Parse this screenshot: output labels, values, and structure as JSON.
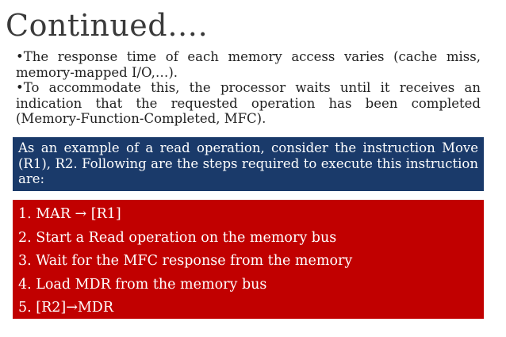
{
  "slide": {
    "title": "Continued….",
    "bullets": [
      "•The response time of each memory access varies (cache miss, memory-mapped I/O,…).",
      "•To accommodate this, the processor waits until it receives an indication that the requested operation has been completed (Memory-Function-Completed, MFC)."
    ],
    "example_box": {
      "text": "As an example of a read operation, consider the instruction Move (R1), R2. Following are the steps required to execute this instruction are:",
      "background_color": "#1a3a6a"
    },
    "steps_box": {
      "background_color": "#c10000",
      "steps": [
        "1. MAR → [R1]",
        "2. Start a Read operation on the memory bus",
        "3. Wait for the MFC response from the memory",
        "4. Load MDR from the memory bus",
        "5. [R2]→MDR"
      ]
    }
  }
}
